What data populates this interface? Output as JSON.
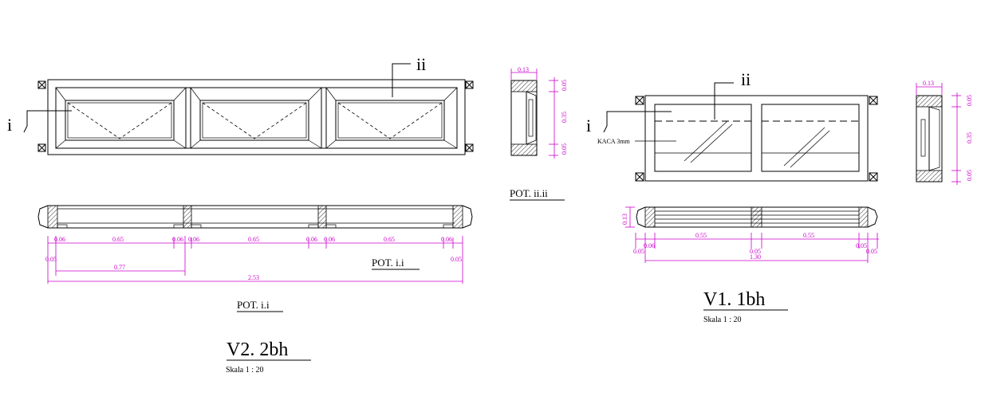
{
  "labels": {
    "i": "i",
    "ii": "ii",
    "kaca": "KACA 3mm"
  },
  "sections": {
    "pot_ii_ii": "POT. ii.ii",
    "pot_i_i": "POT. i.i"
  },
  "v2": {
    "title": "V2.  2bh",
    "scale": "Skala  1 : 20",
    "dims": {
      "d006": "0.06",
      "d065": "0.65",
      "d005": "0.05",
      "d077": "0.77",
      "d253": "2.53"
    }
  },
  "v1": {
    "title": "V1.  1bh",
    "scale": "Skala  1 : 20",
    "dims": {
      "d006": "0.06",
      "d055": "0.55",
      "d005": "0.05",
      "d130": "1.30"
    }
  },
  "section_dims": {
    "d013": "0.13",
    "d005": "0.05",
    "d035": "0.35"
  },
  "colors": {
    "dimension": "#cc00cc",
    "line": "#000000",
    "background": "#ffffff"
  }
}
